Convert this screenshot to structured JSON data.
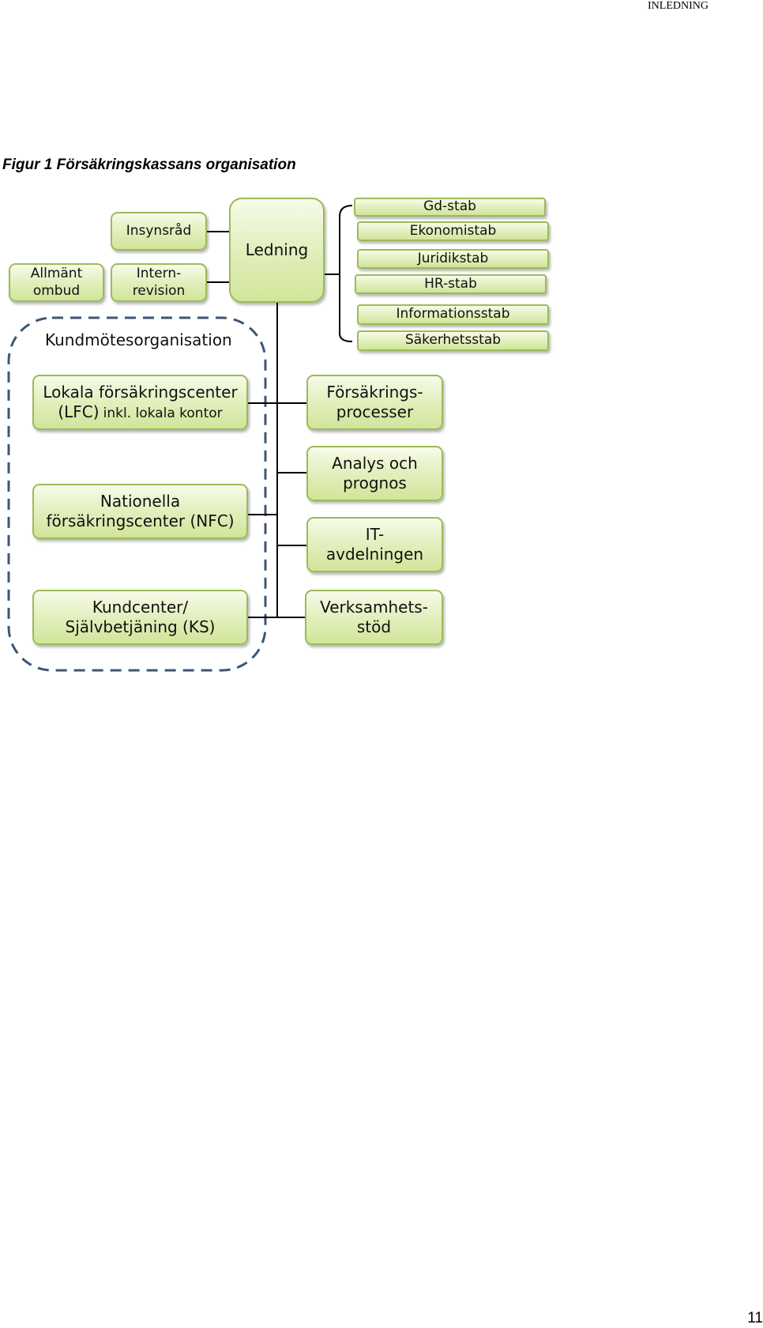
{
  "header": {
    "section": "INLEDNING"
  },
  "figure": {
    "caption": "Figur 1 Försäkringskassans organisation"
  },
  "page": {
    "number": "11"
  },
  "org": {
    "ledning": "Ledning",
    "insynsrad": "Insynsråd",
    "internrevision": "Intern-\nrevision",
    "allmant_ombud": "Allmänt\nombud",
    "staff": [
      "Gd-stab",
      "Ekonomistab",
      "Juridikstab",
      "HR-stab",
      "Informationsstab",
      "Säkerhetsstab"
    ],
    "kundmotesorganisation": {
      "title": "Kundmötesorganisation",
      "lfc_main": "Lokala försäkringscenter",
      "lfc_sub_a": "(LFC)",
      "lfc_sub_b": "inkl. lokala kontor",
      "nfc": "Nationella\nförsäkringscenter (NFC)",
      "ks": "Kundcenter/\nSjälvbetjäning (KS)"
    },
    "departments": [
      "Försäkrings-\nprocesser",
      "Analys och\nprognos",
      "IT-\navdelningen",
      "Verksamhets-\nstöd"
    ]
  },
  "colors": {
    "box_border": "#9bbb59",
    "box_fill": "#e4f0c1",
    "dashed_border": "#3d5673",
    "connector": "#000000"
  }
}
